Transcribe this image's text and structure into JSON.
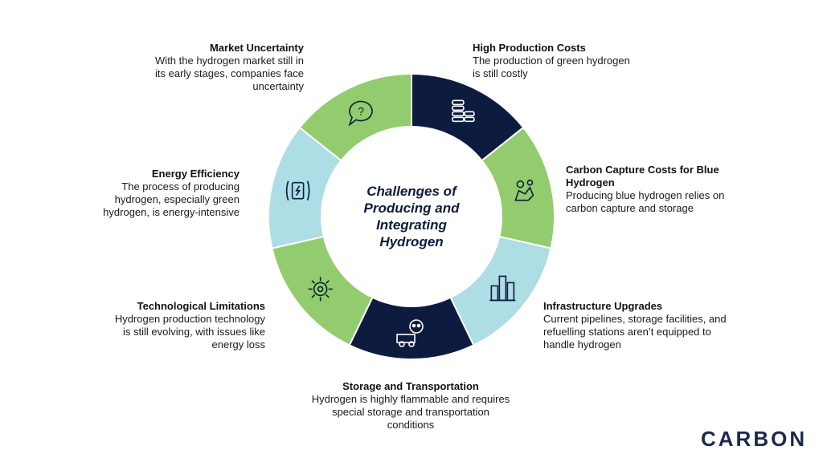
{
  "center_title": "Challenges of Producing and Integrating Hydrogen",
  "colors": {
    "navy": "#0d1b3e",
    "green": "#93cc6e",
    "light_blue": "#addde5",
    "white": "#ffffff"
  },
  "segments": [
    {
      "title": "High Production Costs",
      "desc": "The production of green hydrogen is still costly",
      "color": "navy",
      "icon": "coins-stack-icon"
    },
    {
      "title": "Carbon Capture Costs for Blue Hydrogen",
      "desc": "Producing blue hydrogen relies on carbon capture and storage",
      "color": "green",
      "icon": "carbon-capture-icon"
    },
    {
      "title": "Infrastructure Upgrades",
      "desc": "Current pipelines, storage facilities, and refuelling stations aren’t equipped to handle hydrogen",
      "color": "light_blue",
      "icon": "refinery-icon"
    },
    {
      "title": "Storage and Transportation",
      "desc": "Hydrogen is highly flammable and requires special storage and transportation conditions",
      "color": "navy",
      "icon": "hazard-truck-icon"
    },
    {
      "title": "Technological Limitations",
      "desc": "Hydrogen production technology is still evolving, with issues like energy loss",
      "color": "green",
      "icon": "gear-icon"
    },
    {
      "title": "Energy Efficiency",
      "desc": "The process of producing hydrogen, especially green hydrogen, is energy-intensive",
      "color": "light_blue",
      "icon": "battery-cycle-icon"
    },
    {
      "title": "Market Uncertainty",
      "desc": "With the hydrogen market still in its early stages, companies face uncertainty",
      "color": "green",
      "icon": "question-bubble-icon"
    }
  ],
  "logo": "CARBON"
}
